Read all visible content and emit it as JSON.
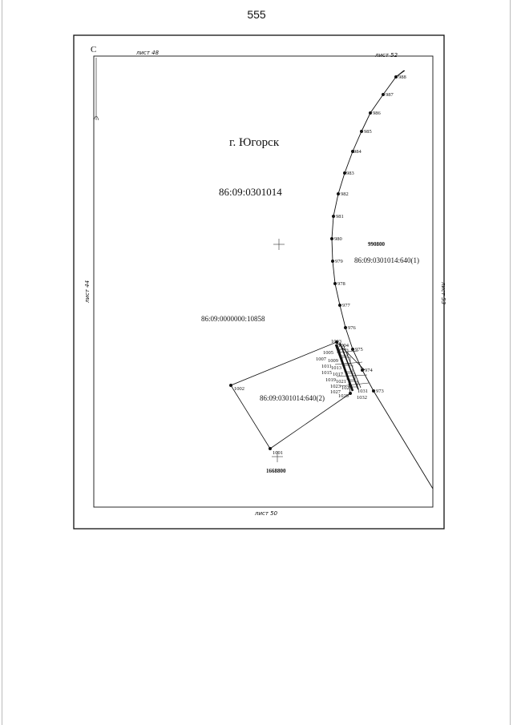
{
  "page_number": "555",
  "north_label": "С",
  "sheet_labels": {
    "top_left": "лист 48",
    "top_right": "лист 52",
    "left": "лист 44",
    "right": "лист 53",
    "bottom": "лист 50"
  },
  "city_label": "г. Югорск",
  "block_number": "86:09:0301014",
  "parcel_labels": {
    "parcel_1": "86:09:0301014:640(1)",
    "parcel_2": "86:09:0301014:640(2)",
    "parcel_other": "86:09:0000000:10858"
  },
  "grid_coords": {
    "x_value": "990800",
    "y_value": "1668800"
  },
  "points": {
    "p988": "988",
    "p987": "987",
    "p986": "986",
    "p985": "985",
    "p984": "984",
    "p983": "983",
    "p982": "982",
    "p981": "981",
    "p980": "980",
    "p979": "979",
    "p978": "978",
    "p977": "977",
    "p976": "976",
    "p975": "975",
    "p974": "974",
    "p973": "973",
    "p1001": "1001",
    "p1002": "1002",
    "p1003": "1003",
    "p1004": "1004",
    "p1005": "1005",
    "p1007": "1007",
    "p1009": "1009",
    "p1011": "1011",
    "p1013": "1013",
    "p1015": "1015",
    "p1017": "1017",
    "p1019": "1019",
    "p1021": "1021",
    "p1023": "1023",
    "p1025": "1025",
    "p1027": "1027",
    "p1029": "1029",
    "p1031": "1031",
    "p1032": "1032"
  }
}
